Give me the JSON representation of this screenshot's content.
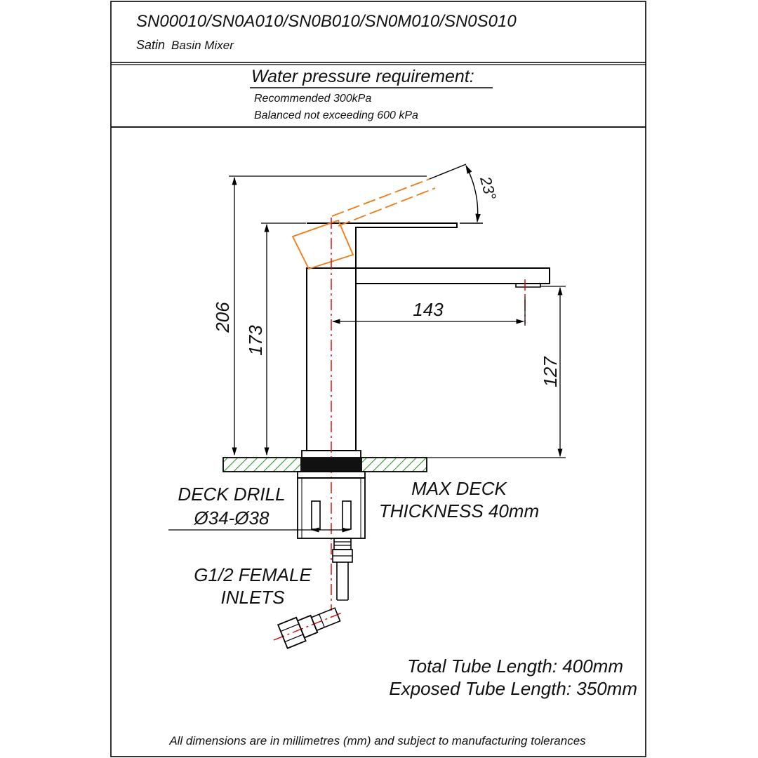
{
  "header": {
    "model_codes": "SN00010/SN0A010/SN0B010/SN0M010/SN0S010",
    "product_name_prefix": "Satin",
    "product_name_rest": "Basin Mixer"
  },
  "pressure": {
    "heading": "Water pressure requirement:",
    "line1": "Recommended 300kPa",
    "line2": "Balanced not exceeding 600 kPa"
  },
  "dimensions": {
    "overall_height": "206",
    "body_height": "173",
    "spout_reach": "143",
    "spout_height": "127",
    "lever_angle": "23°"
  },
  "annotations": {
    "deck_drill_line1": "DECK DRILL",
    "deck_drill_line2": "Ø34-Ø38",
    "max_deck_line1": "MAX DECK",
    "max_deck_line2": "THICKNESS 40mm",
    "inlets_line1": "G1/2 FEMALE",
    "inlets_line2": "INLETS"
  },
  "tube": {
    "total": "Total Tube Length: 400mm",
    "exposed": "Exposed Tube Length: 350mm"
  },
  "footer": {
    "note": "All dimensions are in millimetres (mm) and subject to manufacturing tolerances"
  },
  "colors": {
    "outline": "#000000",
    "centerline": "#e00000",
    "lever_raised": "#f07a14",
    "deck_hatch": "#2a9a2a"
  }
}
